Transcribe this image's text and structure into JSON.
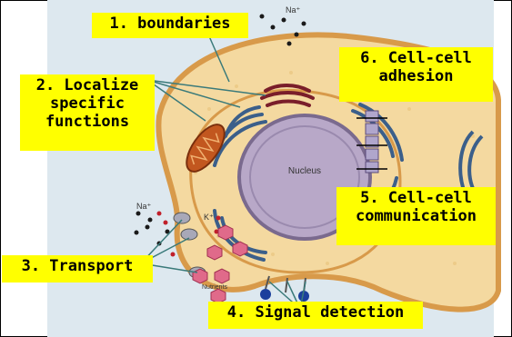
{
  "labels": {
    "boundaries": "1. boundaries",
    "localize": "2. Localize\nspecific\nfunctions",
    "transport": "3. Transport",
    "signal_detection": "4. Signal detection",
    "cell_communication": "5. Cell-cell\ncommunication",
    "cell_adhesion": "6. Cell-cell\nadhesion"
  },
  "figure_text": {
    "nucleus": "Nucleus",
    "na_top": "Na⁺",
    "na_left": "Na⁺",
    "k_left": "K⁺",
    "nutrients": "Nutrients"
  },
  "colors": {
    "label_bg": "#ffff00",
    "cytoplasm": "#f4d9a0",
    "membrane": "#d89a4a",
    "organelle_blue": "#3b5f8a",
    "nucleus": "#b8a8c8",
    "mitochondrion": "#c2571f",
    "extracellular": "#dde8ef"
  }
}
